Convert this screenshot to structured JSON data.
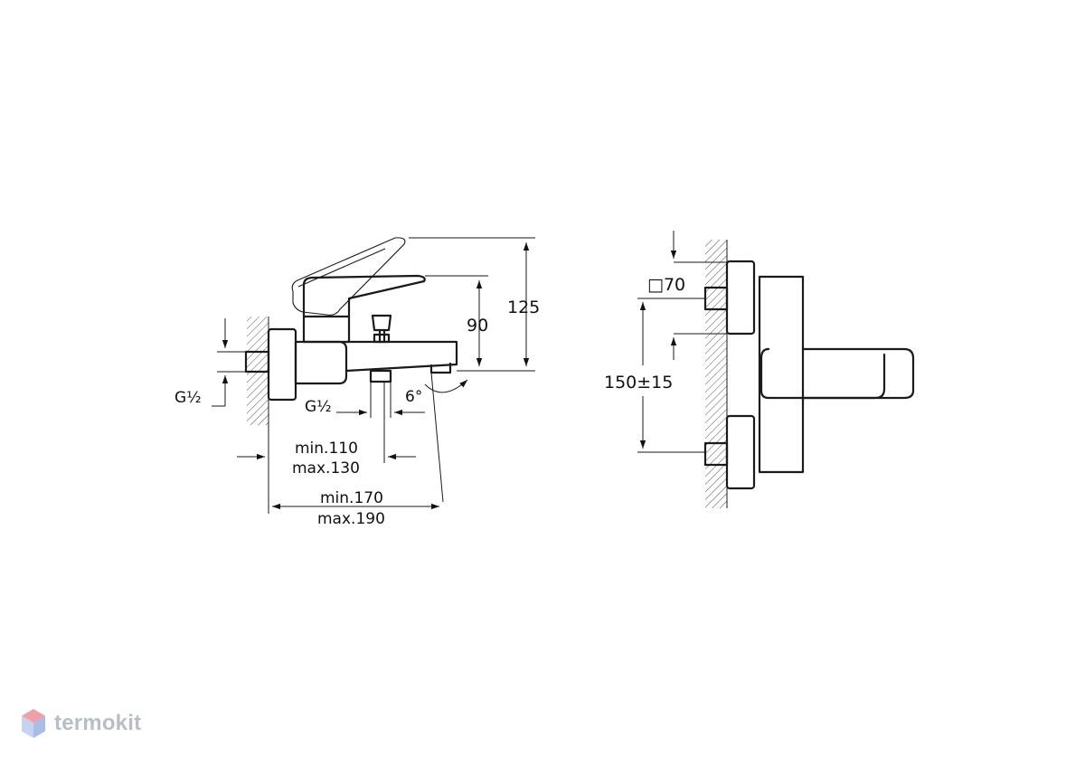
{
  "diagram": {
    "side_view": {
      "height_overall": "125",
      "height_spout": "90",
      "inlet_thread": "G½",
      "outlet_thread": "G½",
      "spout_angle": "6°",
      "outlet_distance_min": "min.110",
      "outlet_distance_max": "max.130",
      "projection_min": "min.170",
      "projection_max": "max.190"
    },
    "front_view": {
      "flange_size": "□70",
      "inlet_spacing": "150±15"
    }
  },
  "watermark": {
    "brand": "termokit",
    "icon": "hexagon-cube-icon"
  }
}
